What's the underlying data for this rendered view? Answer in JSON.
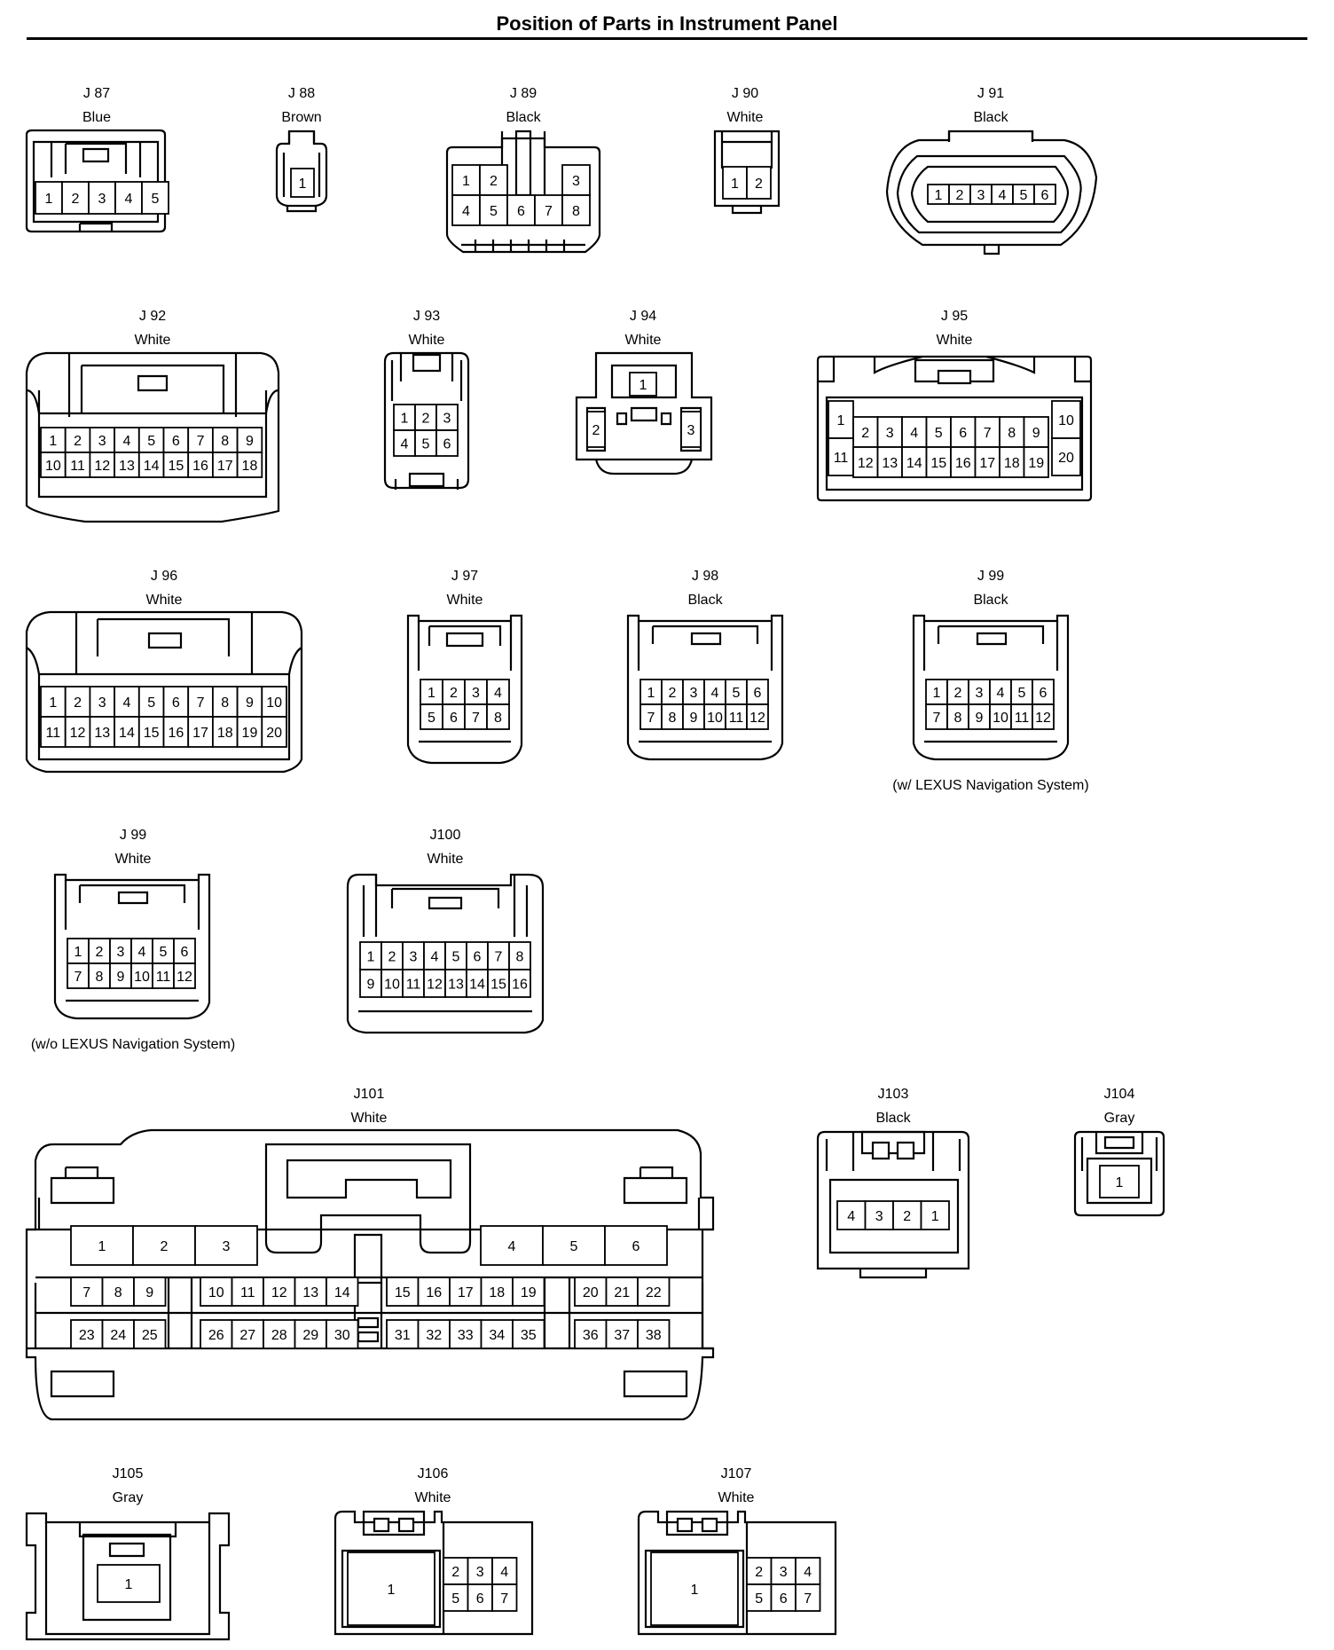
{
  "title": "Position of Parts in Instrument Panel",
  "connectors": [
    {
      "id": "J87",
      "name": "J 87",
      "color": "Blue",
      "note": "",
      "pins": [
        "1",
        "2",
        "3",
        "4",
        "5"
      ]
    },
    {
      "id": "J88",
      "name": "J 88",
      "color": "Brown",
      "note": "",
      "pins": [
        "1"
      ]
    },
    {
      "id": "J89",
      "name": "J 89",
      "color": "Black",
      "note": "",
      "pins": [
        "1",
        "2",
        "3",
        "4",
        "5",
        "6",
        "7",
        "8"
      ]
    },
    {
      "id": "J90",
      "name": "J 90",
      "color": "White",
      "note": "",
      "pins": [
        "1",
        "2"
      ]
    },
    {
      "id": "J91",
      "name": "J 91",
      "color": "Black",
      "note": "",
      "pins": [
        "1",
        "2",
        "3",
        "4",
        "5",
        "6"
      ]
    },
    {
      "id": "J92",
      "name": "J 92",
      "color": "White",
      "note": "",
      "pins": [
        "1",
        "2",
        "3",
        "4",
        "5",
        "6",
        "7",
        "8",
        "9",
        "10",
        "11",
        "12",
        "13",
        "14",
        "15",
        "16",
        "17",
        "18"
      ]
    },
    {
      "id": "J93",
      "name": "J 93",
      "color": "White",
      "note": "",
      "pins": [
        "1",
        "2",
        "3",
        "4",
        "5",
        "6"
      ]
    },
    {
      "id": "J94",
      "name": "J 94",
      "color": "White",
      "note": "",
      "pins": [
        "1",
        "2",
        "3"
      ]
    },
    {
      "id": "J95",
      "name": "J 95",
      "color": "White",
      "note": "",
      "pins": [
        "1",
        "2",
        "3",
        "4",
        "5",
        "6",
        "7",
        "8",
        "9",
        "10",
        "11",
        "12",
        "13",
        "14",
        "15",
        "16",
        "17",
        "18",
        "19",
        "20"
      ]
    },
    {
      "id": "J96",
      "name": "J 96",
      "color": "White",
      "note": "",
      "pins": [
        "1",
        "2",
        "3",
        "4",
        "5",
        "6",
        "7",
        "8",
        "9",
        "10",
        "11",
        "12",
        "13",
        "14",
        "15",
        "16",
        "17",
        "18",
        "19",
        "20"
      ]
    },
    {
      "id": "J97",
      "name": "J 97",
      "color": "White",
      "note": "",
      "pins": [
        "1",
        "2",
        "3",
        "4",
        "5",
        "6",
        "7",
        "8"
      ]
    },
    {
      "id": "J98",
      "name": "J 98",
      "color": "Black",
      "note": "",
      "pins": [
        "1",
        "2",
        "3",
        "4",
        "5",
        "6",
        "7",
        "8",
        "9",
        "10",
        "11",
        "12"
      ]
    },
    {
      "id": "J99a",
      "name": "J 99",
      "color": "Black",
      "note": "(w/ LEXUS Navigation System)",
      "pins": [
        "1",
        "2",
        "3",
        "4",
        "5",
        "6",
        "7",
        "8",
        "9",
        "10",
        "11",
        "12"
      ]
    },
    {
      "id": "J99b",
      "name": "J 99",
      "color": "White",
      "note": "(w/o LEXUS Navigation System)",
      "pins": [
        "1",
        "2",
        "3",
        "4",
        "5",
        "6",
        "7",
        "8",
        "9",
        "10",
        "11",
        "12"
      ]
    },
    {
      "id": "J100",
      "name": "J100",
      "color": "White",
      "note": "",
      "pins": [
        "1",
        "2",
        "3",
        "4",
        "5",
        "6",
        "7",
        "8",
        "9",
        "10",
        "11",
        "12",
        "13",
        "14",
        "15",
        "16"
      ]
    },
    {
      "id": "J101",
      "name": "J101",
      "color": "White",
      "note": "",
      "pins": [
        "1",
        "2",
        "3",
        "4",
        "5",
        "6",
        "7",
        "8",
        "9",
        "10",
        "11",
        "12",
        "13",
        "14",
        "15",
        "16",
        "17",
        "18",
        "19",
        "20",
        "21",
        "22",
        "23",
        "24",
        "25",
        "26",
        "27",
        "28",
        "29",
        "30",
        "31",
        "32",
        "33",
        "34",
        "35",
        "36",
        "37",
        "38"
      ]
    },
    {
      "id": "J103",
      "name": "J103",
      "color": "Black",
      "note": "",
      "pins": [
        "4",
        "3",
        "2",
        "1"
      ]
    },
    {
      "id": "J104",
      "name": "J104",
      "color": "Gray",
      "note": "",
      "pins": [
        "1"
      ]
    },
    {
      "id": "J105",
      "name": "J105",
      "color": "Gray",
      "note": "",
      "pins": [
        "1"
      ]
    },
    {
      "id": "J106",
      "name": "J106",
      "color": "White",
      "note": "",
      "pins": [
        "1",
        "2",
        "3",
        "4",
        "5",
        "6",
        "7"
      ]
    },
    {
      "id": "J107",
      "name": "J107",
      "color": "White",
      "note": "",
      "pins": [
        "1",
        "2",
        "3",
        "4",
        "5",
        "6",
        "7"
      ]
    }
  ]
}
